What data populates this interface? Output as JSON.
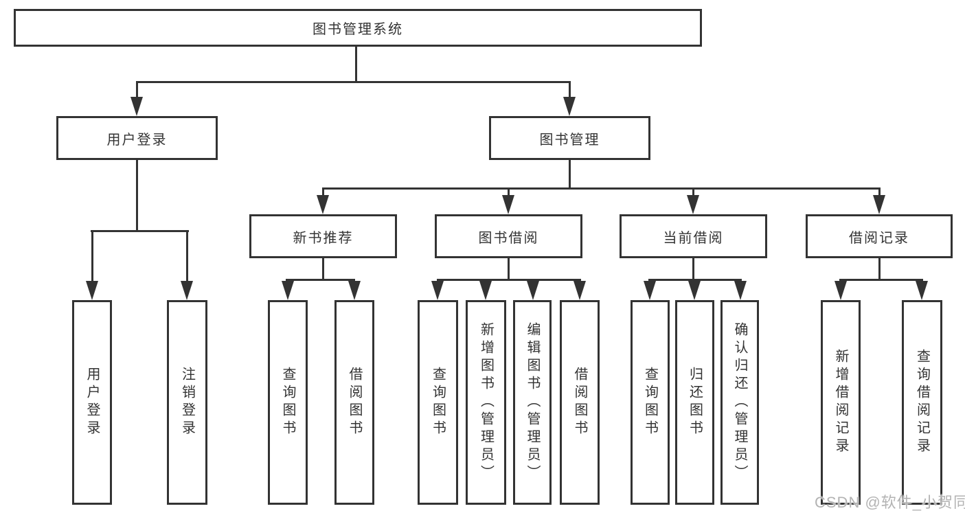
{
  "diagram": {
    "root": {
      "label": "图书管理系统"
    },
    "level2": {
      "user_login": {
        "label": "用户登录"
      },
      "book_mgmt": {
        "label": "图书管理"
      }
    },
    "level3": {
      "new_book_rec": {
        "label": "新书推荐"
      },
      "book_borrow": {
        "label": "图书借阅"
      },
      "current_borrow": {
        "label": "当前借阅"
      },
      "borrow_records": {
        "label": "借阅记录"
      }
    },
    "leaves": {
      "user_login_leaf": {
        "label": "用户登录"
      },
      "logout": {
        "label": "注销登录"
      },
      "nbr_query_books": {
        "label": "查询图书"
      },
      "nbr_borrow_books": {
        "label": "借阅图书"
      },
      "bb_query_books": {
        "label": "查询图书"
      },
      "bb_add_books": {
        "label": "新增图书（管理员）"
      },
      "bb_edit_books": {
        "label": "编辑图书（管理员）"
      },
      "bb_borrow_books": {
        "label": "借阅图书"
      },
      "cb_query_books": {
        "label": "查询图书"
      },
      "cb_return_books": {
        "label": "归还图书"
      },
      "cb_confirm_return": {
        "label": "确认归还（管理员）"
      },
      "br_add_record": {
        "label": "新增借阅记录"
      },
      "br_query_record": {
        "label": "查询借阅记录"
      }
    }
  },
  "watermark": "CSDN @软件_小贺同学",
  "colors": {
    "line": "#333333",
    "text": "#333333",
    "background": "#ffffff",
    "watermark": "#b3b3b3"
  }
}
